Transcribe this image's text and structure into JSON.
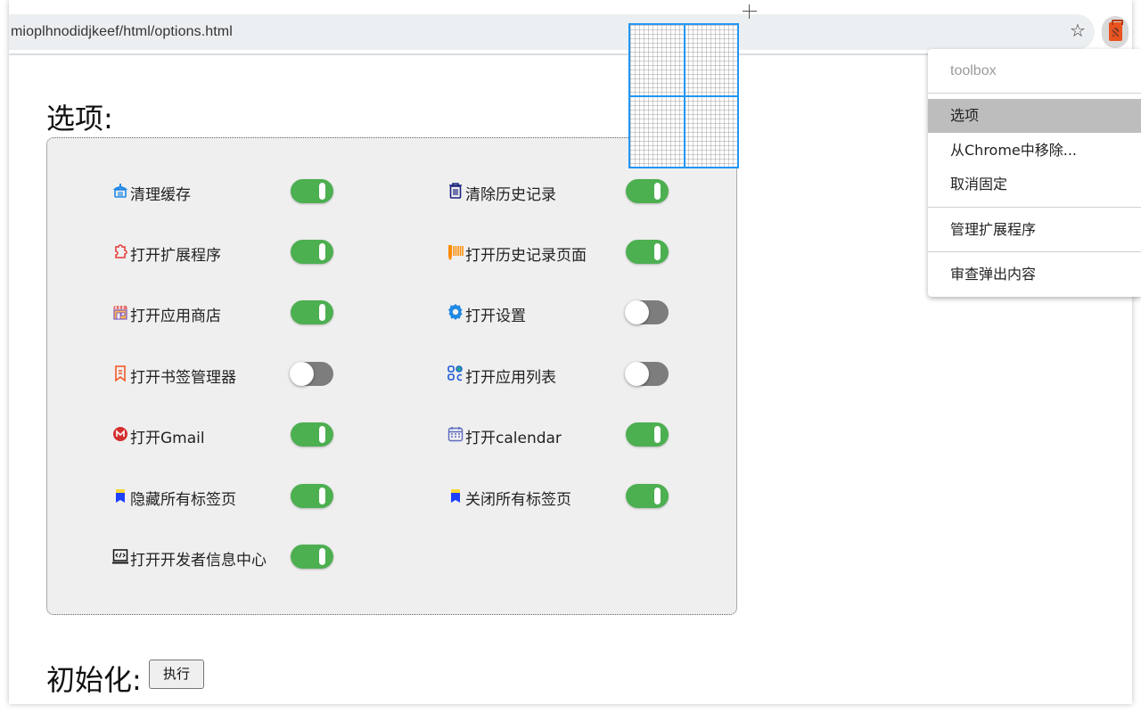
{
  "browser": {
    "url": "mioplhnodidjkeef/html/options.html",
    "bookmark_icon": "star-icon",
    "extension_icon": "toolbox-icon"
  },
  "page": {
    "options_title": "选项:",
    "init_label": "初始化:",
    "execute_button": "执行"
  },
  "options": [
    {
      "label": "清理缓存",
      "icon": "broom-icon",
      "enabled": true
    },
    {
      "label": "清除历史记录",
      "icon": "trash-icon",
      "enabled": true
    },
    {
      "label": "打开扩展程序",
      "icon": "puzzle-icon",
      "enabled": true
    },
    {
      "label": "打开历史记录页面",
      "icon": "history-icon",
      "enabled": true
    },
    {
      "label": "打开应用商店",
      "icon": "store-icon",
      "enabled": true
    },
    {
      "label": "打开设置",
      "icon": "gear-icon",
      "enabled": false
    },
    {
      "label": "打开书签管理器",
      "icon": "bookmark-icon",
      "enabled": false
    },
    {
      "label": "打开应用列表",
      "icon": "apps-icon",
      "enabled": false
    },
    {
      "label": "打开Gmail",
      "icon": "gmail-icon",
      "enabled": true
    },
    {
      "label": "打开calendar",
      "icon": "calendar-icon",
      "enabled": true
    },
    {
      "label": "隐藏所有标签页",
      "icon": "tab-hide-icon",
      "enabled": true
    },
    {
      "label": "关闭所有标签页",
      "icon": "tab-close-icon",
      "enabled": true
    },
    {
      "label": "打开开发者信息中心",
      "icon": "developer-icon",
      "enabled": true
    }
  ],
  "context_menu": {
    "header": "toolbox",
    "items": [
      "选项",
      "从Chrome中移除...",
      "取消固定",
      "管理扩展程序",
      "审查弹出内容"
    ],
    "highlighted": "选项"
  },
  "colors": {
    "toggle_on": "#4caf50",
    "toggle_off": "#7d7d7d",
    "ruler_accent": "#2196f3"
  }
}
